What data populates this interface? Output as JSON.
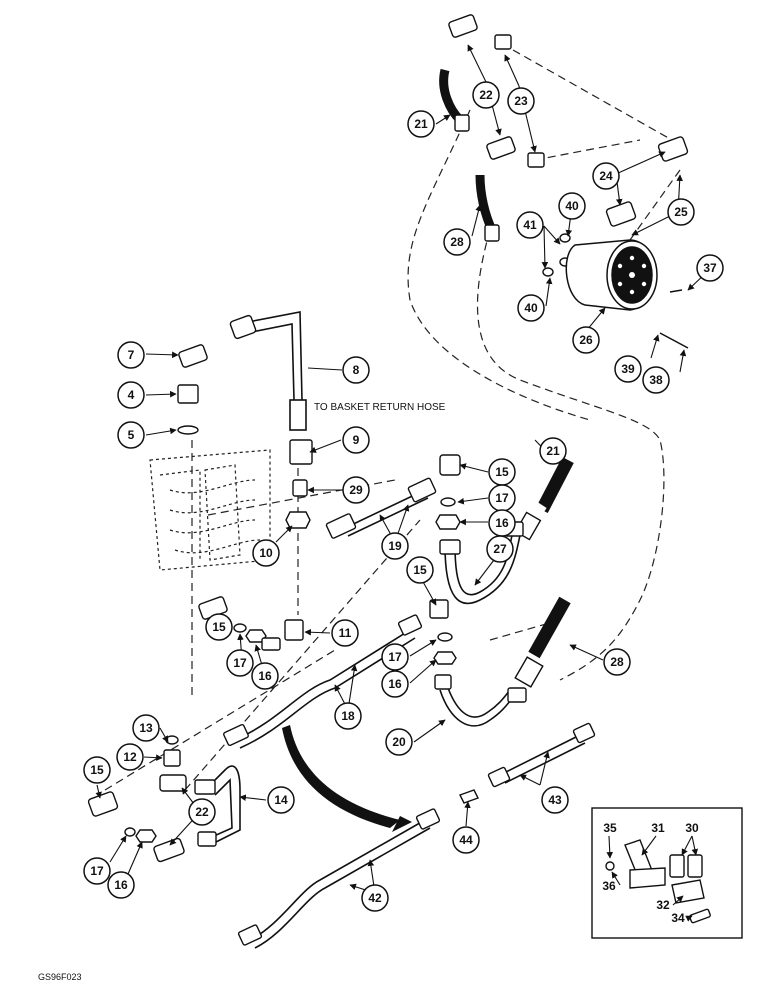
{
  "figure_code": "GS96F023",
  "note_text": "TO BASKET RETURN HOSE",
  "callouts": {
    "c7": "7",
    "c4": "4",
    "c5": "5",
    "c8": "8",
    "c9": "9",
    "c29": "29",
    "c10": "10",
    "c19": "19",
    "c15a": "15",
    "c17a": "17",
    "c16a": "16",
    "c21a": "21",
    "c27": "27",
    "c15b": "15",
    "c15c": "15",
    "c17b": "17",
    "c16b": "16",
    "c11": "11",
    "c18": "18",
    "c17c": "17",
    "c16c": "16",
    "c20": "20",
    "c28a": "28",
    "c13": "13",
    "c12": "12",
    "c15d": "15",
    "c22a": "22",
    "c14": "14",
    "c17d": "17",
    "c16d": "16",
    "c42": "42",
    "c44": "44",
    "c43": "43",
    "c21b": "21",
    "c22b": "22",
    "c23": "23",
    "c24": "24",
    "c25": "25",
    "c28b": "28",
    "c40a": "40",
    "c41": "41",
    "c40b": "40",
    "c26": "26",
    "c37": "37",
    "c39": "39",
    "c38": "38",
    "c35": "35",
    "c31": "31",
    "c30": "30",
    "c36": "36",
    "c32": "32",
    "c34": "34"
  }
}
